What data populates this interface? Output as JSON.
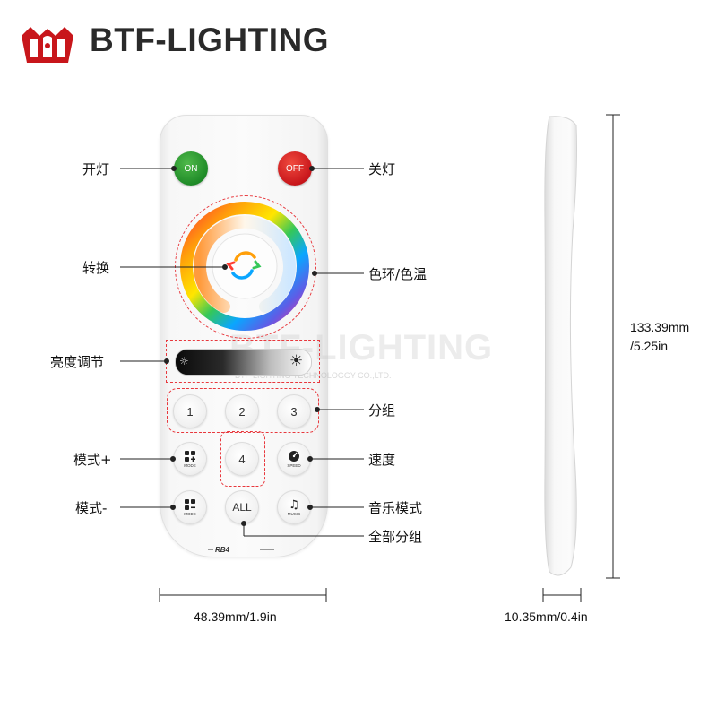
{
  "brand": {
    "name": "BTF-LIGHTING"
  },
  "watermark": {
    "main": "BTF-LIGHTING",
    "sub": "BTF-LIGHTING TECHNOLOGGY CO.,LTD."
  },
  "remote": {
    "on_label": "ON",
    "off_label": "OFF",
    "buttons": {
      "b1": "1",
      "b2": "2",
      "b3": "3",
      "b4": "4",
      "all": "ALL"
    },
    "mode_plus_sub": "MODE",
    "mode_minus_sub": "MODE",
    "speed_sub": "SPEED",
    "music_sub": "MUSIC",
    "model": "RB4"
  },
  "callouts": {
    "on": "开灯",
    "off": "关灯",
    "switch": "转换",
    "color_ring": "色环/色温",
    "brightness": "亮度调节",
    "group": "分组",
    "mode_plus": "模式+",
    "speed": "速度",
    "mode_minus": "模式-",
    "music": "音乐模式",
    "all_group": "全部分组"
  },
  "dimensions": {
    "height": "133.39mm",
    "height_in": "/5.25in",
    "width": "48.39mm/1.9in",
    "thickness": "10.35mm/0.4in"
  },
  "colors": {
    "brand_red": "#c8161b",
    "on_green": "#1f8b28",
    "dash_red": "#e8383d"
  }
}
